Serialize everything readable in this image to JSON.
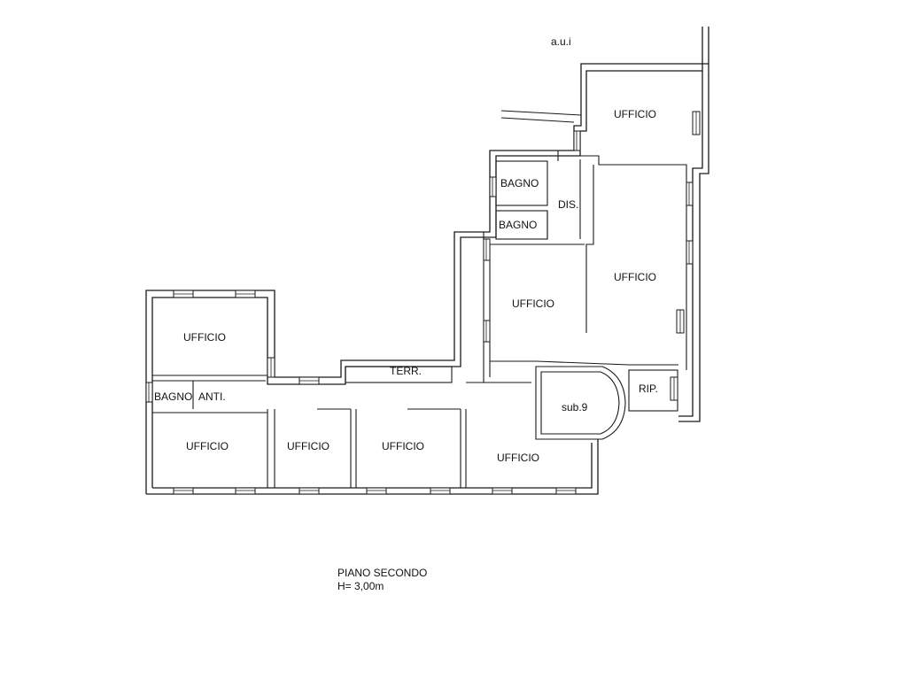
{
  "labels": {
    "aui": "a.u.i",
    "terr": "TERR.",
    "bagno_top": "BAGNO",
    "bagno_mid": "BAGNO",
    "bagno_left": "BAGNO",
    "dis": "DIS.",
    "anti": "ANTI.",
    "rip": "RIP.",
    "sub9": "sub.9",
    "ufficio_ne": "UFFICIO",
    "ufficio_e": "UFFICIO",
    "ufficio_center": "UFFICIO",
    "ufficio_nw": "UFFICIO",
    "ufficio_sw": "UFFICIO",
    "ufficio_s2": "UFFICIO",
    "ufficio_s3": "UFFICIO",
    "ufficio_se": "UFFICIO"
  },
  "footer": {
    "floor": "PIANO SECONDO",
    "height": "H= 3,00m"
  }
}
